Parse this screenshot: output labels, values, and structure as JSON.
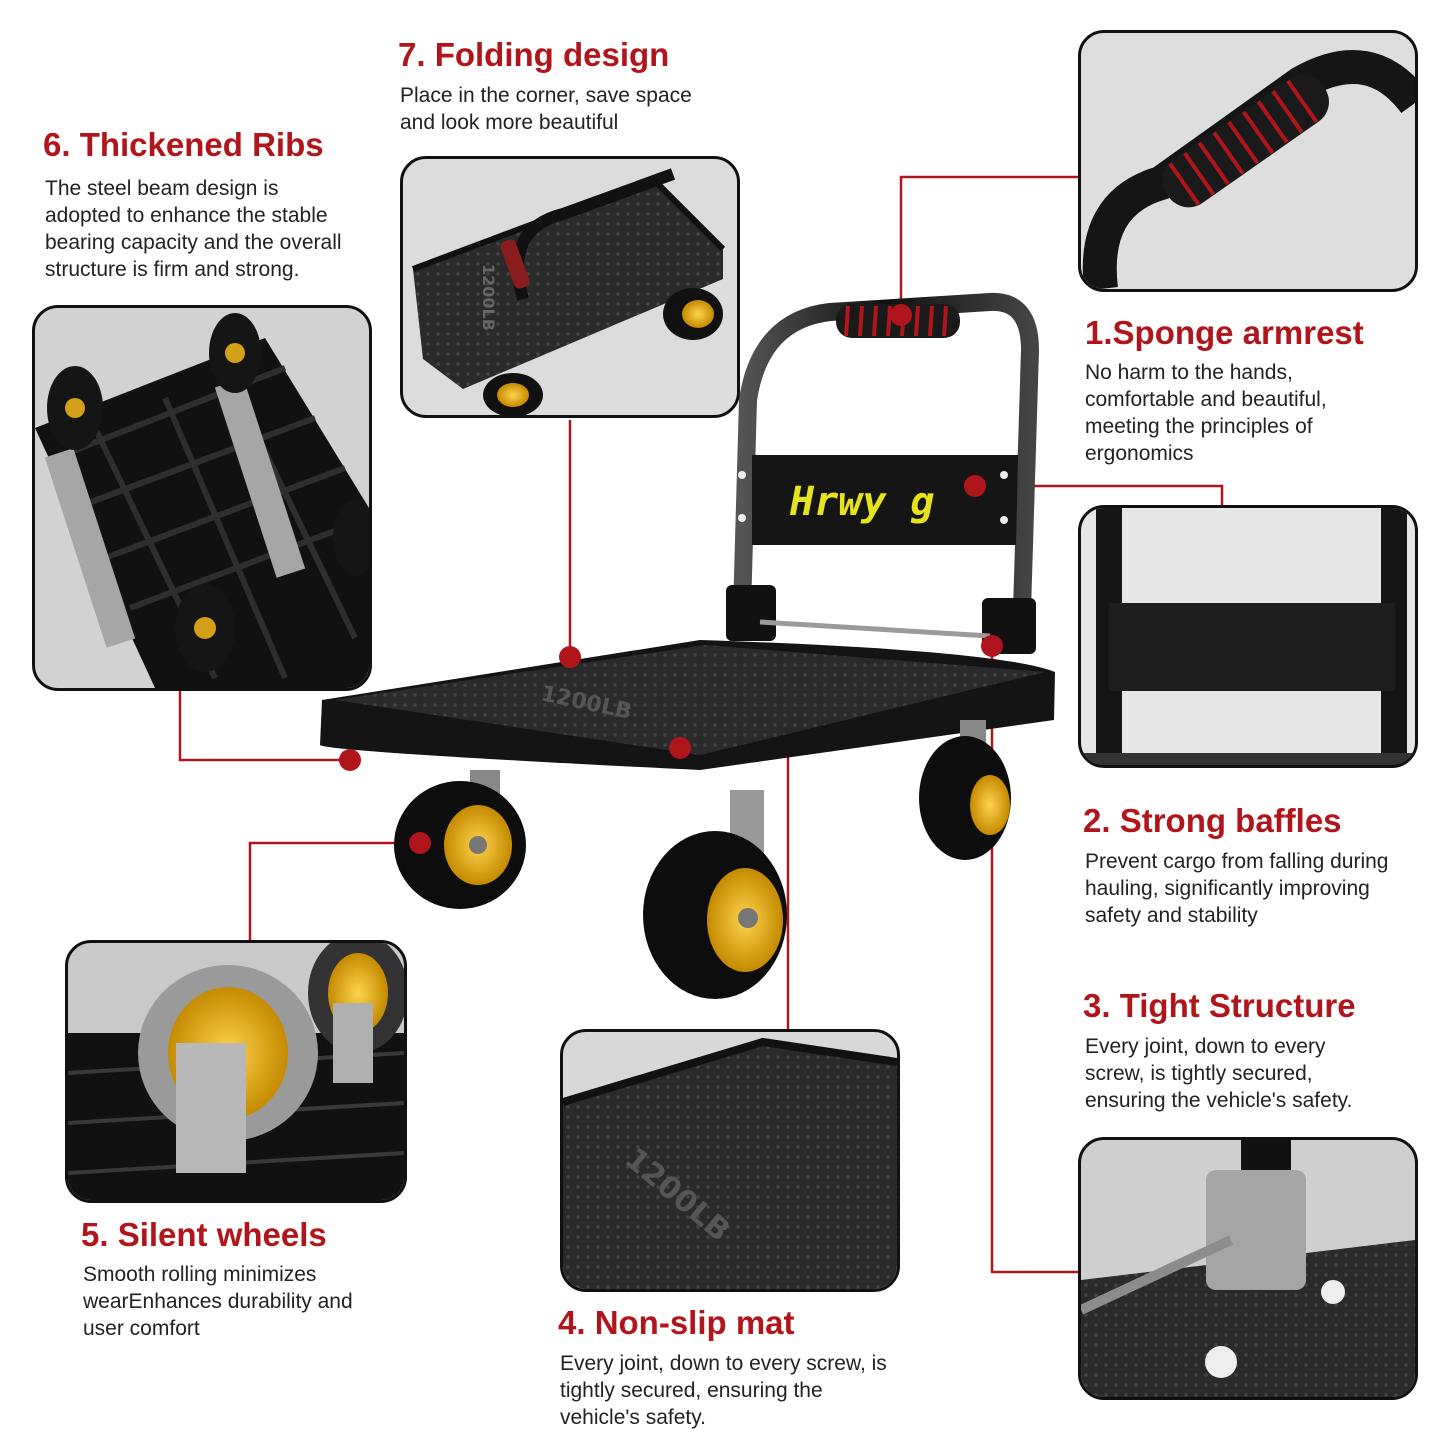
{
  "features": {
    "f1": {
      "title": "1.Sponge armrest",
      "desc": [
        "No harm to the hands,",
        "comfortable and beautiful,",
        "meeting the principles of",
        "ergonomics"
      ]
    },
    "f2": {
      "title": "2. Strong baffles",
      "desc": [
        "Prevent cargo from falling during",
        "hauling, significantly improving",
        "safety and stability"
      ]
    },
    "f3": {
      "title": "3. Tight Structure",
      "desc": [
        "Every joint, down to every",
        "screw, is tightly secured,",
        "ensuring the vehicle's safety."
      ]
    },
    "f4": {
      "title": "4. Non-slip mat",
      "desc": [
        "Every joint, down to every screw, is",
        "tightly secured, ensuring the",
        "vehicle's safety."
      ]
    },
    "f5": {
      "title": "5. Silent wheels",
      "desc": [
        "Smooth rolling minimizes",
        "wearEnhances durability and",
        "user comfort"
      ]
    },
    "f6": {
      "title": "6. Thickened Ribs",
      "desc": [
        "The steel beam design is",
        "adopted to enhance the stable",
        "bearing capacity and the overall",
        "structure is firm and strong."
      ]
    },
    "f7": {
      "title": "7. Folding design",
      "desc": [
        "Place in the corner, save space",
        "and look more beautiful"
      ]
    }
  },
  "product": {
    "brand_logo": "Hrwy g",
    "load_marking": "1200LB"
  },
  "colors": {
    "accent": "#b0151b",
    "brand_yellow": "#e6e21c",
    "body": "#1c1c1c"
  }
}
